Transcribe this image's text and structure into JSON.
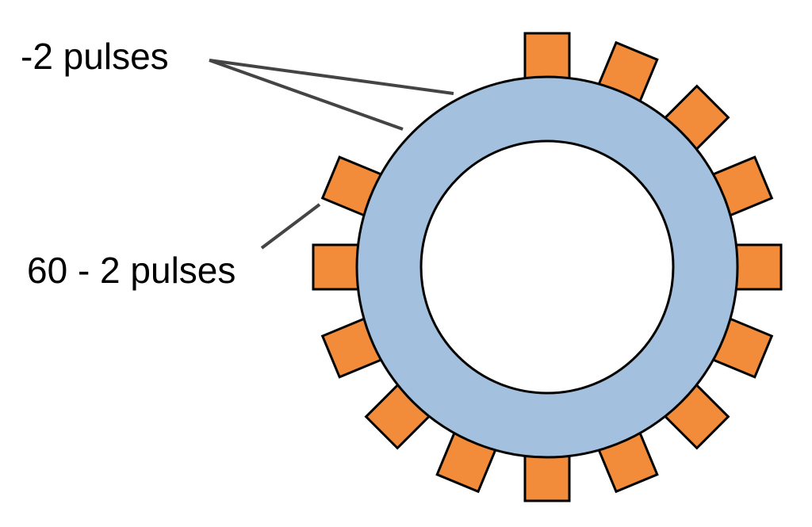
{
  "labels": {
    "missing_tooth_label": "-2 pulses",
    "pulse_count_label": "60 - 2 pulses"
  },
  "wheel": {
    "ring_color": "#a3c1de",
    "tooth_color": "#f28c3a",
    "stroke_color": "#000000",
    "leader_color": "#444444",
    "tooth_angles_deg": [
      0,
      22.5,
      45,
      67.5,
      90,
      112.5,
      135,
      157.5,
      180,
      202.5,
      225,
      247.5,
      270,
      292.5
    ],
    "missing_tooth_angles_deg": [
      315,
      337.5
    ]
  }
}
